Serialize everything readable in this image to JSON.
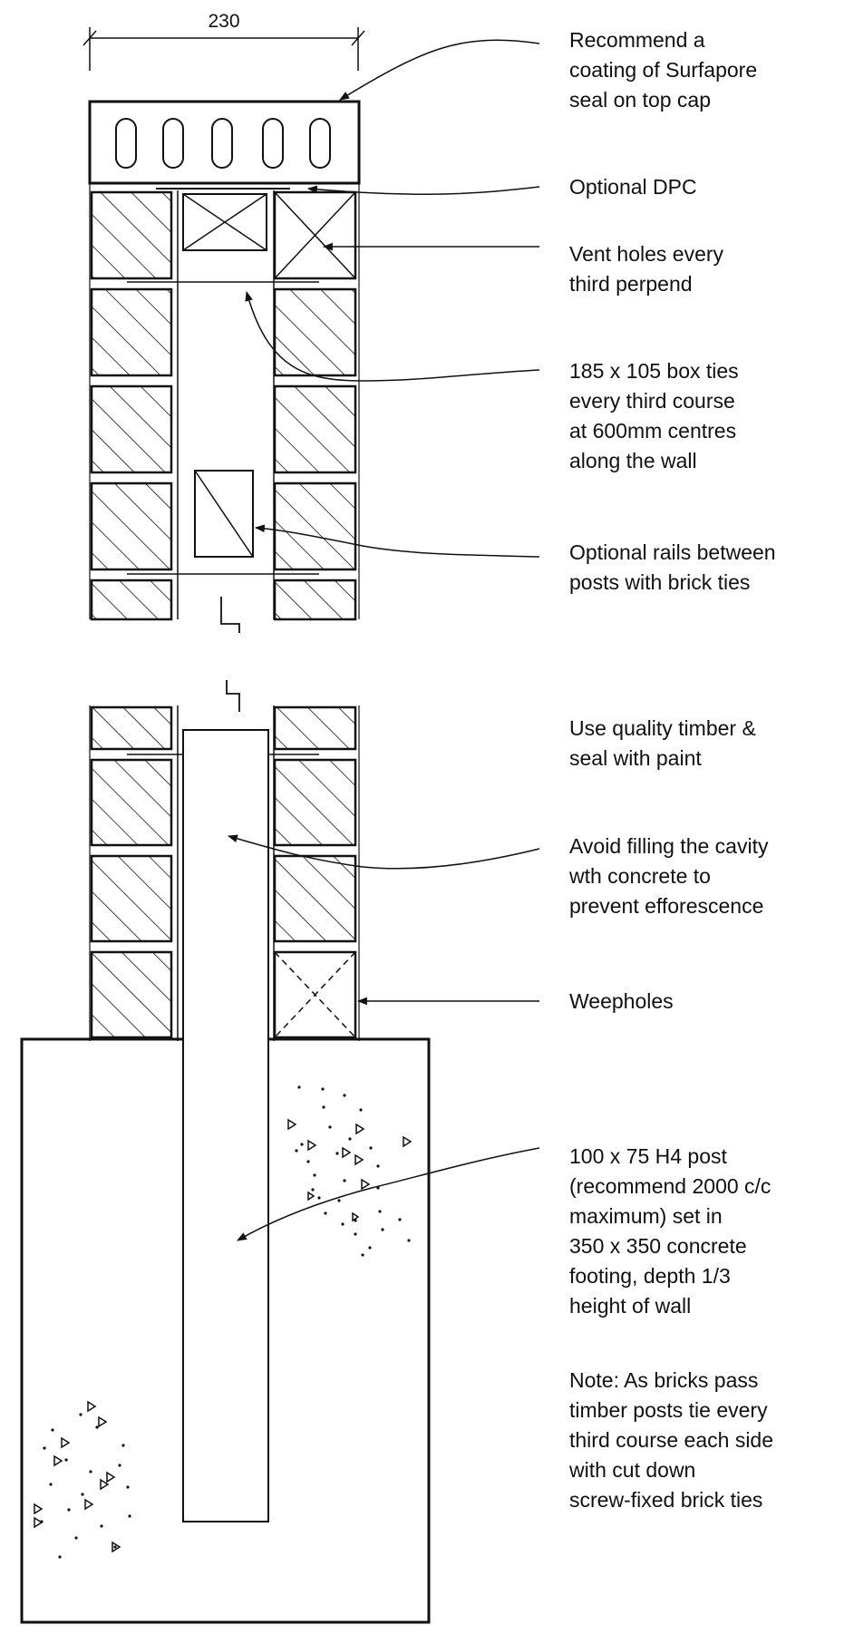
{
  "dimension": "230",
  "labels": {
    "top_cap": [
      "Recommend a",
      "coating of Surfapore",
      "seal on top cap"
    ],
    "dpc": [
      "Optional DPC"
    ],
    "vent_holes": [
      "Vent holes every",
      "third perpend"
    ],
    "box_ties": [
      "185 x 105 box ties",
      "every third course",
      "at 600mm centres",
      "along the wall"
    ],
    "rails": [
      "Optional rails between",
      "posts with brick ties"
    ],
    "timber": [
      "Use quality timber &",
      "seal with paint"
    ],
    "cavity": [
      "Avoid filling the cavity",
      "wth concrete to",
      "prevent efforescence"
    ],
    "weepholes": [
      "Weepholes"
    ],
    "post": [
      "100 x 75 H4 post",
      "(recommend 2000 c/c",
      "maximum) set in",
      "350 x 350 concrete",
      "footing, depth 1/3",
      "height of wall"
    ],
    "note": [
      "Note: As bricks pass",
      "timber posts tie every",
      "third course each side",
      "with cut down",
      "screw-fixed brick ties"
    ]
  }
}
